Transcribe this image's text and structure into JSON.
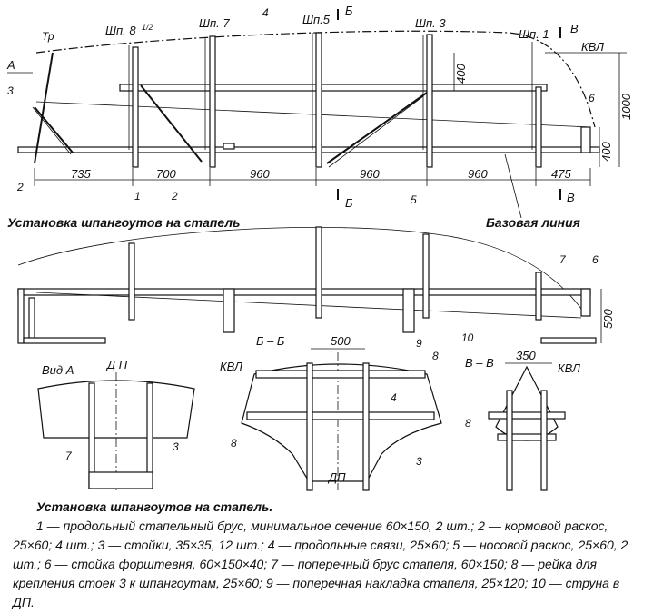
{
  "titles": {
    "top": "Установка шпангоутов на стапель",
    "base_line": "Базовая линия"
  },
  "frame_labels": {
    "transom": "Тр",
    "f8_5": "Шп. 8",
    "f8_5_frac": "1/2",
    "f7": "Шп. 7",
    "f5": "Шп.5",
    "f3": "Шп. 3",
    "f1": "Шп. 1",
    "kvl_top": "КВЛ"
  },
  "section_marks": {
    "a": "А",
    "b": "Б",
    "v": "В"
  },
  "dimensions": {
    "d735": "735",
    "d700": "700",
    "d960a": "960",
    "d960b": "960",
    "d960c": "960",
    "d475": "475",
    "d400a": "400",
    "d400b": "400",
    "d1000": "1000",
    "d500_side": "500",
    "d500_bb": "500",
    "d350": "350"
  },
  "part_numbers": {
    "n1": "1",
    "n2a": "2",
    "n2b": "2",
    "n3": "3",
    "n4": "4",
    "n5": "5",
    "n6a": "6",
    "n6b": "6",
    "n7a": "7",
    "n9": "9",
    "n10": "10",
    "n7b": "7",
    "n3b": "3",
    "n8a": "8",
    "n4b": "4",
    "n8b": "8",
    "n3c": "3",
    "n8c": "8"
  },
  "views": {
    "view_a": "Вид А",
    "dp_a": "Д П",
    "bb": "Б – Б",
    "kvl_bb": "КВЛ",
    "dp_bb": "ДП",
    "vv": "В – В",
    "kvl_vv": "КВЛ"
  },
  "caption": {
    "title": "Установка шпангоутов на стапель.",
    "body": "1 — продольный стапельный брус, минимальное сечение 60×150, 2 шт.; 2 — кормовой раскос, 25×60; 4 шт.; 3 — стойки, 35×35, 12 шт.; 4 — продольные связи, 25×60; 5 — носовой раскос, 25×60, 2 шт.; 6 — стойка форштевня, 60×150×40; 7 — поперечный брус стапеля, 60×150; 8 — рейка для крепления стоек 3 к шпангоутам, 25×60; 9 — поперечная накладка стапеля, 25×120; 10 — струна в ДП."
  }
}
